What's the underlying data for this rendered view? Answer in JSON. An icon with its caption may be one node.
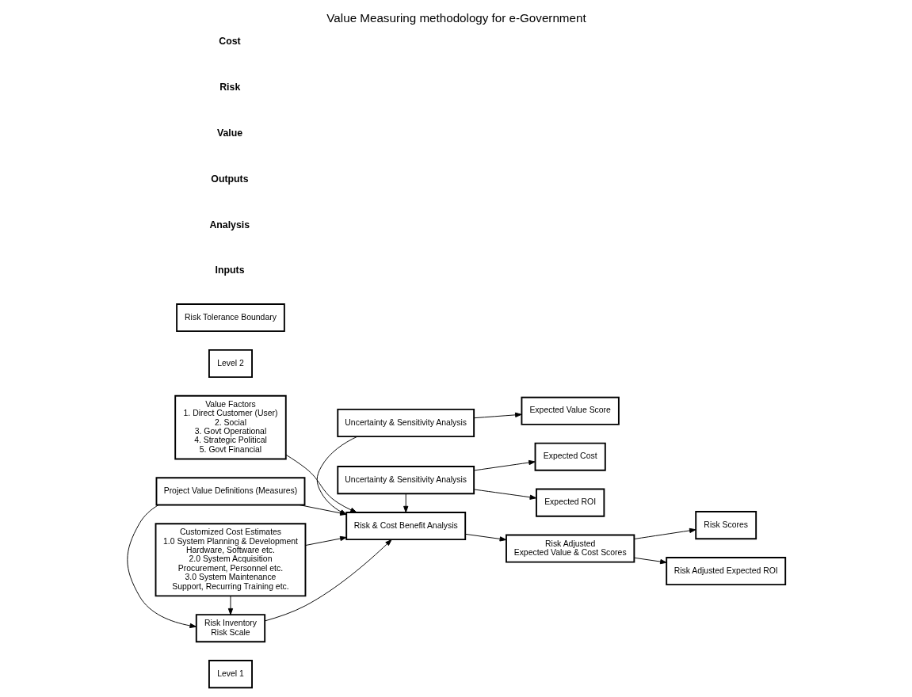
{
  "diagram": {
    "title": "Value Measuring methodology for e-Government",
    "nodes": [
      {
        "text": [
          "Level 1"
        ]
      },
      {
        "text": [
          "Value Factors",
          "1. Direct Customer (User)",
          "2. Social",
          "3. Govt Operational",
          "4. Strategic Political",
          "5. Govt Financial"
        ]
      },
      {
        "text": [
          "Uncertainty & Sensitivity Analysis"
        ]
      },
      {
        "text": [
          "Expected Value Score"
        ]
      },
      {
        "text": [
          "Level 2"
        ]
      },
      {
        "text": [
          "Project Value Definitions (Measures)"
        ]
      },
      {
        "text": [
          "Risk Tolerance Boundary"
        ]
      },
      {
        "text": [
          "Risk Inventory",
          "Risk Scale"
        ]
      },
      {
        "text": [
          "Risk & Cost Benefit Analysis"
        ]
      },
      {
        "text": [
          "Risk Adjusted",
          "Expected Value & Cost Scores"
        ]
      },
      {
        "text": [
          "Risk Scores"
        ]
      },
      {
        "text": [
          "Risk Adjusted Expected ROI"
        ]
      },
      {
        "text": [
          "Customized Cost Estimates",
          "1.0 System Planning & Development",
          "Hardware, Software etc.",
          "2.0 System Acquisition",
          "Procurement, Personnel etc.",
          "3.0 System Maintenance",
          "Support, Recurring Training etc."
        ]
      },
      {
        "text": [
          "Uncertainty & Sensitivity Analysis"
        ]
      },
      {
        "text": [
          "Expected Cost"
        ]
      },
      {
        "text": [
          "Expected ROI"
        ]
      }
    ],
    "edges": [
      {
        "from": 1,
        "to": 8,
        "arrow": "to"
      },
      {
        "from": 2,
        "to": 3,
        "arrow": "to"
      },
      {
        "from": 5,
        "to": 8,
        "arrow": "to"
      },
      {
        "from": 2,
        "to": 8,
        "arrow": "to"
      },
      {
        "from": 5,
        "to": 7,
        "arrow": "to"
      },
      {
        "from": 7,
        "to": 8,
        "arrow": "to"
      },
      {
        "from": 8,
        "to": 9,
        "arrow": "to"
      },
      {
        "from": 9,
        "to": 10,
        "arrow": "to"
      },
      {
        "from": 9,
        "to": 11,
        "arrow": "to"
      },
      {
        "from": 12,
        "to": 7,
        "arrow": "to"
      },
      {
        "from": 12,
        "to": 8,
        "arrow": "to"
      },
      {
        "from": 13,
        "to": 8,
        "arrow": "to"
      },
      {
        "from": 13,
        "to": 14,
        "arrow": "to"
      },
      {
        "from": 13,
        "to": 15,
        "arrow": "to"
      }
    ],
    "labels": [
      "Inputs",
      "Analysis",
      "Outputs",
      "Value",
      "Risk",
      "Cost"
    ]
  }
}
